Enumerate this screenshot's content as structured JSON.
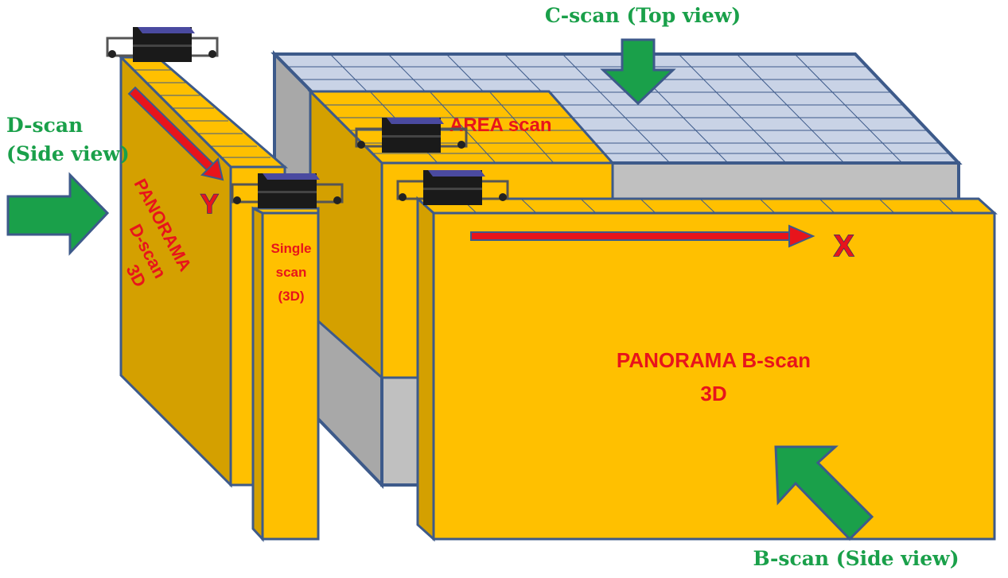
{
  "labels": {
    "c_scan": "C-scan (Top view)",
    "d_scan_line1": "D-scan",
    "d_scan_line2": "(Side view)",
    "b_scan": "B-scan (Side view)",
    "area_scan": "AREA scan",
    "panorama_d_line1": "PANORAMA",
    "panorama_d_line2": "D-scan",
    "panorama_d_line3": "3D",
    "single_line1": "Single",
    "single_line2": "scan",
    "single_line3": "(3D)",
    "panorama_b_line1": "PANORAMA B-scan",
    "panorama_b_line2": "3D",
    "axis_x": "X",
    "axis_y": "Y"
  },
  "colors": {
    "panel_yellow": "#ffc000",
    "panel_dark_yellow": "#d4a000",
    "grey_block": "#c0c0c0",
    "grey_top": "#c9d3e6",
    "outline": "#3d5a8a",
    "arrow_green": "#1aa04a",
    "arrow_red": "#e8141b",
    "scanner_body": "#1a1a1a"
  },
  "icons": [
    "scanner-device-icon",
    "green-arrow-icon",
    "red-axis-arrow-icon"
  ]
}
